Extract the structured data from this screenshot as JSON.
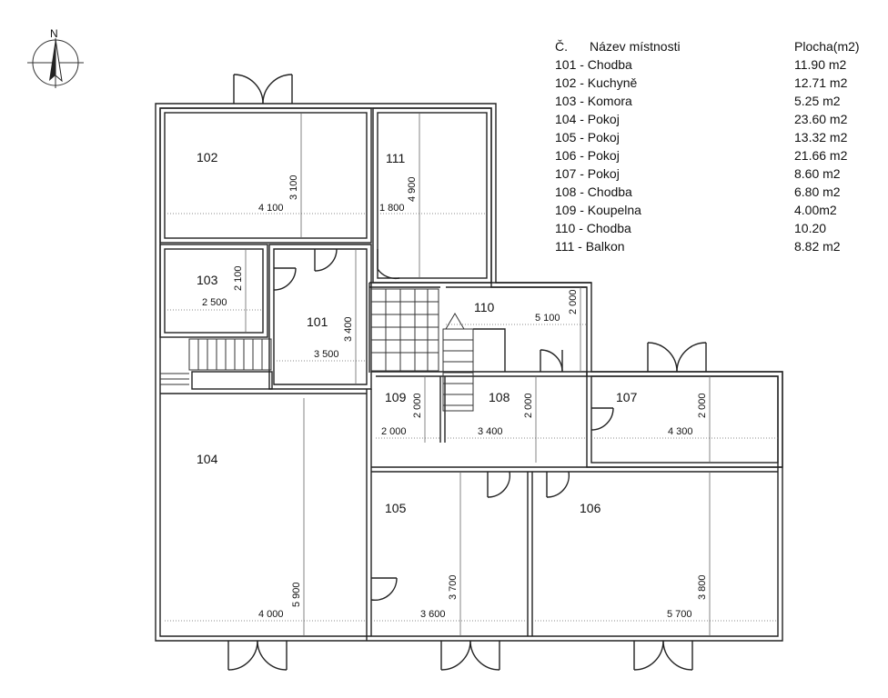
{
  "compass": {
    "north_label": "N",
    "icon": "north-arrow-icon"
  },
  "legend": {
    "header": {
      "number": "Č.",
      "name": "Název místnosti",
      "area": "Plocha(m2)"
    },
    "rows": [
      {
        "text": "101 - Chodba",
        "area": "11.90 m2"
      },
      {
        "text": "102 - Kuchyně",
        "area": "12.71 m2"
      },
      {
        "text": "103 - Komora",
        "area": "5.25 m2"
      },
      {
        "text": "104 - Pokoj",
        "area": "23.60 m2"
      },
      {
        "text": "105 - Pokoj",
        "area": "13.32 m2"
      },
      {
        "text": "106 - Pokoj",
        "area": "21.66 m2"
      },
      {
        "text": "107 - Pokoj",
        "area": "8.60 m2"
      },
      {
        "text": "108 - Chodba",
        "area": " 6.80 m2"
      },
      {
        "text": "109 - Koupelna",
        "area": "4.00m2"
      },
      {
        "text": "110 - Chodba",
        "area": "10.20"
      },
      {
        "text": "111 - Balkon",
        "area": "8.82 m2"
      }
    ]
  },
  "rooms": [
    {
      "id": "102",
      "label": "102",
      "width_dim": "4 100",
      "height_dim": "3 100"
    },
    {
      "id": "111",
      "label": "111",
      "width_dim": "1 800",
      "height_dim": "4 900"
    },
    {
      "id": "103",
      "label": "103",
      "width_dim": "2 500",
      "height_dim": "2 100"
    },
    {
      "id": "101",
      "label": "101",
      "width_dim": "3 500",
      "height_dim": "3 400"
    },
    {
      "id": "110",
      "label": "110",
      "width_dim": "5 100",
      "height_dim": "2 000"
    },
    {
      "id": "109",
      "label": "109",
      "width_dim": "2 000",
      "height_dim": "2 000"
    },
    {
      "id": "108",
      "label": "108",
      "width_dim": "3 400",
      "height_dim": "2 000"
    },
    {
      "id": "107",
      "label": "107",
      "width_dim": "4 300",
      "height_dim": "2 000"
    },
    {
      "id": "104",
      "label": "104",
      "width_dim": "4 000",
      "height_dim": "5 900"
    },
    {
      "id": "105",
      "label": "105",
      "width_dim": "3 600",
      "height_dim": "3 700"
    },
    {
      "id": "106",
      "label": "106",
      "width_dim": "5 700",
      "height_dim": "3 800"
    }
  ],
  "colors": {
    "wall": "#222222",
    "line": "#333333",
    "dotted": "#777777",
    "text": "#111111"
  }
}
